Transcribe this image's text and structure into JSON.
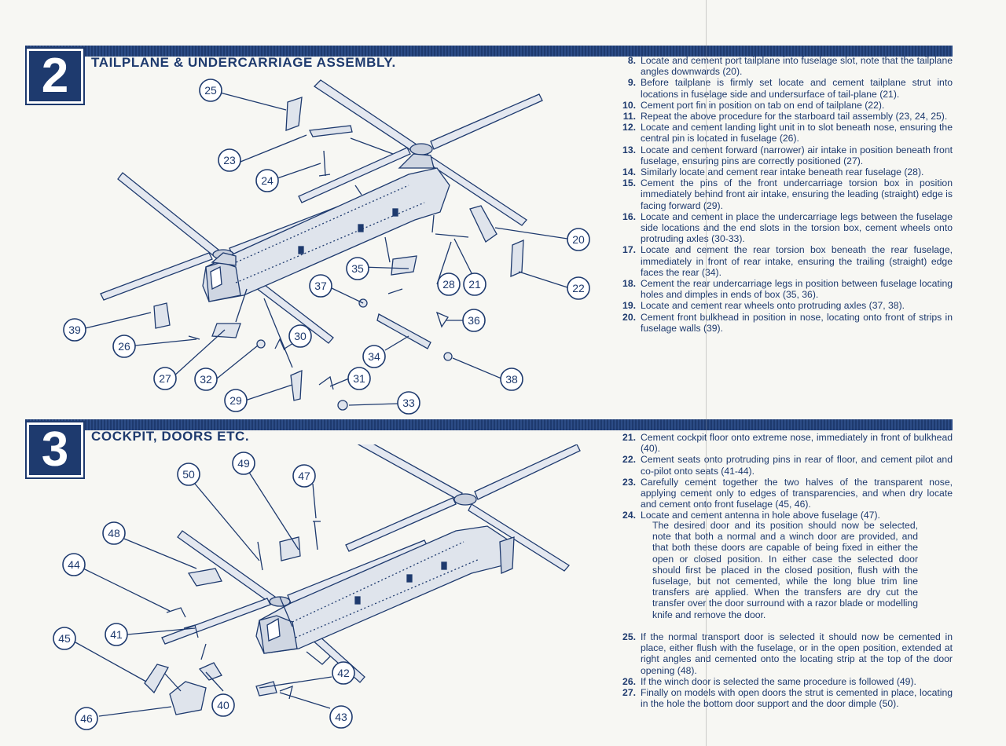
{
  "section2": {
    "number": "2",
    "title": "TAILPLANE & UNDERCARRIAGE ASSEMBLY.",
    "callouts": [
      "25",
      "23",
      "24",
      "20",
      "22",
      "35",
      "28",
      "21",
      "37",
      "39",
      "36",
      "30",
      "26",
      "34",
      "38",
      "27",
      "32",
      "31",
      "29",
      "33"
    ],
    "steps": [
      {
        "n": "8.",
        "text": "Locate and cement port tailplane into fuselage slot, note that the tailplane angles downwards (20)."
      },
      {
        "n": "9.",
        "text": "Before tailplane is firmly set locate and cement tailplane strut into locations in fuselage side and undersurface of tail-plane (21)."
      },
      {
        "n": "10.",
        "text": "Cement port fin in position on tab on end of tailplane (22)."
      },
      {
        "n": "11.",
        "text": "Repeat the above procedure for the starboard tail assembly (23, 24, 25)."
      },
      {
        "n": "12.",
        "text": "Locate and cement landing light unit in to slot beneath nose, ensuring the central pin is located in fuselage (26)."
      },
      {
        "n": "13.",
        "text": "Locate and cement forward (narrower) air intake in position beneath front fuselage, ensuring pins are correctly positioned (27)."
      },
      {
        "n": "14.",
        "text": "Similarly locate and cement rear intake beneath rear fuselage (28)."
      },
      {
        "n": "15.",
        "text": "Cement the pins of the front undercarriage torsion box in position immediately behind front air intake, ensuring the leading (straight) edge is facing forward (29)."
      },
      {
        "n": "16.",
        "text": "Locate and cement in place the undercarriage legs between the fuselage side locations and the end slots in the torsion box, cement wheels onto protruding axles (30-33)."
      },
      {
        "n": "17.",
        "text": "Locate and cement the rear torsion box beneath the rear fuselage, immediately in front of rear intake, ensuring the trailing (straight) edge faces the rear (34)."
      },
      {
        "n": "18.",
        "text": "Cement the rear undercarriage legs in position between fuselage locating holes and dimples in ends of box (35, 36)."
      },
      {
        "n": "19.",
        "text": "Locate and cement rear wheels onto protruding axles (37, 38)."
      },
      {
        "n": "20.",
        "text": "Cement front bulkhead in position in nose, locating onto front of strips in fuselage walls (39)."
      }
    ]
  },
  "section3": {
    "number": "3",
    "title": "COCKPIT, DOORS ETC.",
    "callouts": [
      "50",
      "49",
      "47",
      "48",
      "44",
      "41",
      "45",
      "42",
      "40",
      "46",
      "43"
    ],
    "steps": [
      {
        "n": "21.",
        "text": "Cement cockpit floor onto extreme nose, immediately in front of bulkhead (40)."
      },
      {
        "n": "22.",
        "text": "Cement seats onto protruding pins in rear of floor, and cement pilot and co-pilot onto seats (41-44)."
      },
      {
        "n": "23.",
        "text": "Carefully cement together the two halves of the transparent nose, applying cement only to edges of transparencies, and when dry locate and cement onto front fuselage (45, 46)."
      },
      {
        "n": "24.",
        "text": "Locate and cement antenna in hole above fuselage (47)."
      }
    ],
    "note": "The desired door and its position should now be selected, note that both a normal and a winch door are provided, and that both these doors are capable of being fixed in either the open or closed position. In either case the selected door should first be placed in the closed position, flush with the fuselage, but not cemented, while the long blue trim line transfers are applied. When the transfers are dry cut the transfer over the door surround with a razor blade or modelling knife and remove the door.",
    "steps_after": [
      {
        "n": "25.",
        "text": "If the normal transport door is selected it should now be cemented in place, either flush with the fuselage, or in the open position, extended at right angles and cemented onto the locating strip at the top of the door opening (48)."
      },
      {
        "n": "26.",
        "text": "If the winch door is selected the same procedure is followed (49)."
      },
      {
        "n": "27.",
        "text": "Finally on models with open doors the strut is cemented in place, locating in the hole the bottom door support and the door dimple (50)."
      }
    ]
  },
  "colors": {
    "ink": "#1e3a6e",
    "paper": "#f7f7f3"
  }
}
